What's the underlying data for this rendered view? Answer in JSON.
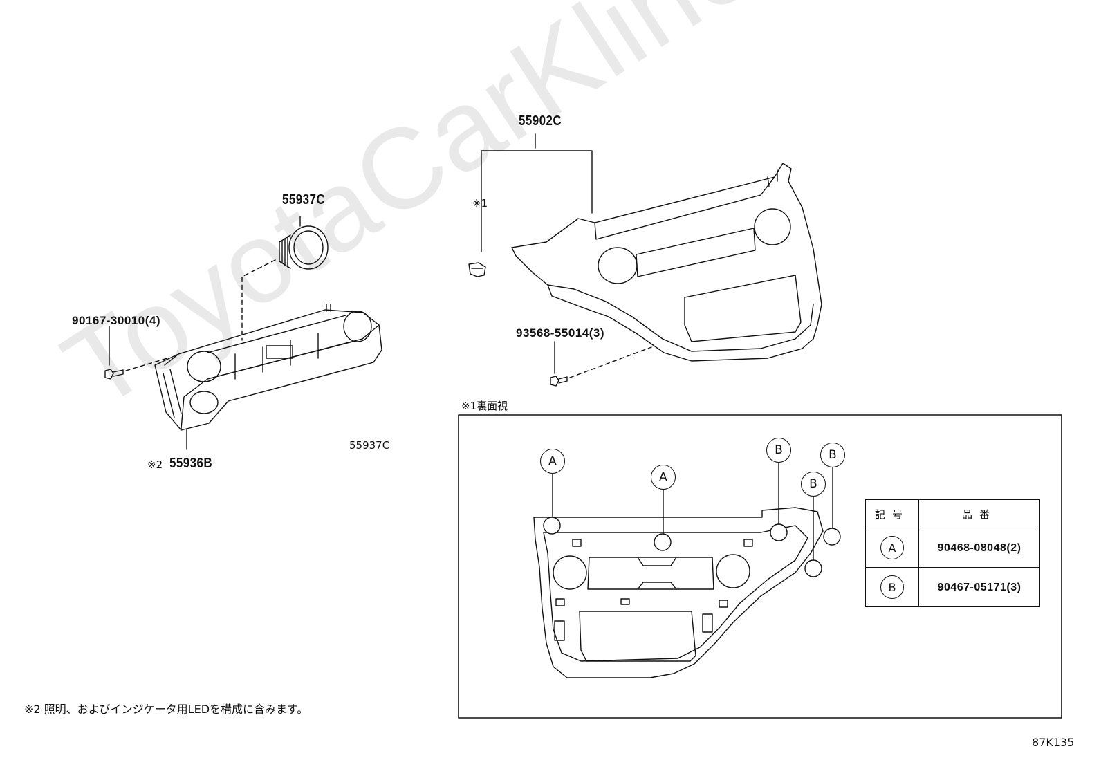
{
  "watermark": "ToyotaCarKline.ru",
  "parts": {
    "p55902c": "55902C",
    "p55937c_top": "55937C",
    "p55937c_plain": "55937C",
    "p90167": "90167-30010(4)",
    "p93568": "93568-55014(3)",
    "p55936b_mark": "※2",
    "p55936b": "55936B",
    "note1_ref": "※1"
  },
  "rear_view": {
    "title": "※1裏面視",
    "callouts": [
      "A",
      "A",
      "B",
      "B",
      "B"
    ]
  },
  "legend": {
    "header_symbol": "記号",
    "header_part": "品番",
    "rows": [
      {
        "symbol": "A",
        "part": "90468-08048(2)"
      },
      {
        "symbol": "B",
        "part": "90467-05171(3)"
      }
    ]
  },
  "footnote": "※2 照明、およびインジケータ用LEDを構成に含みます。",
  "page_code": "87K135"
}
